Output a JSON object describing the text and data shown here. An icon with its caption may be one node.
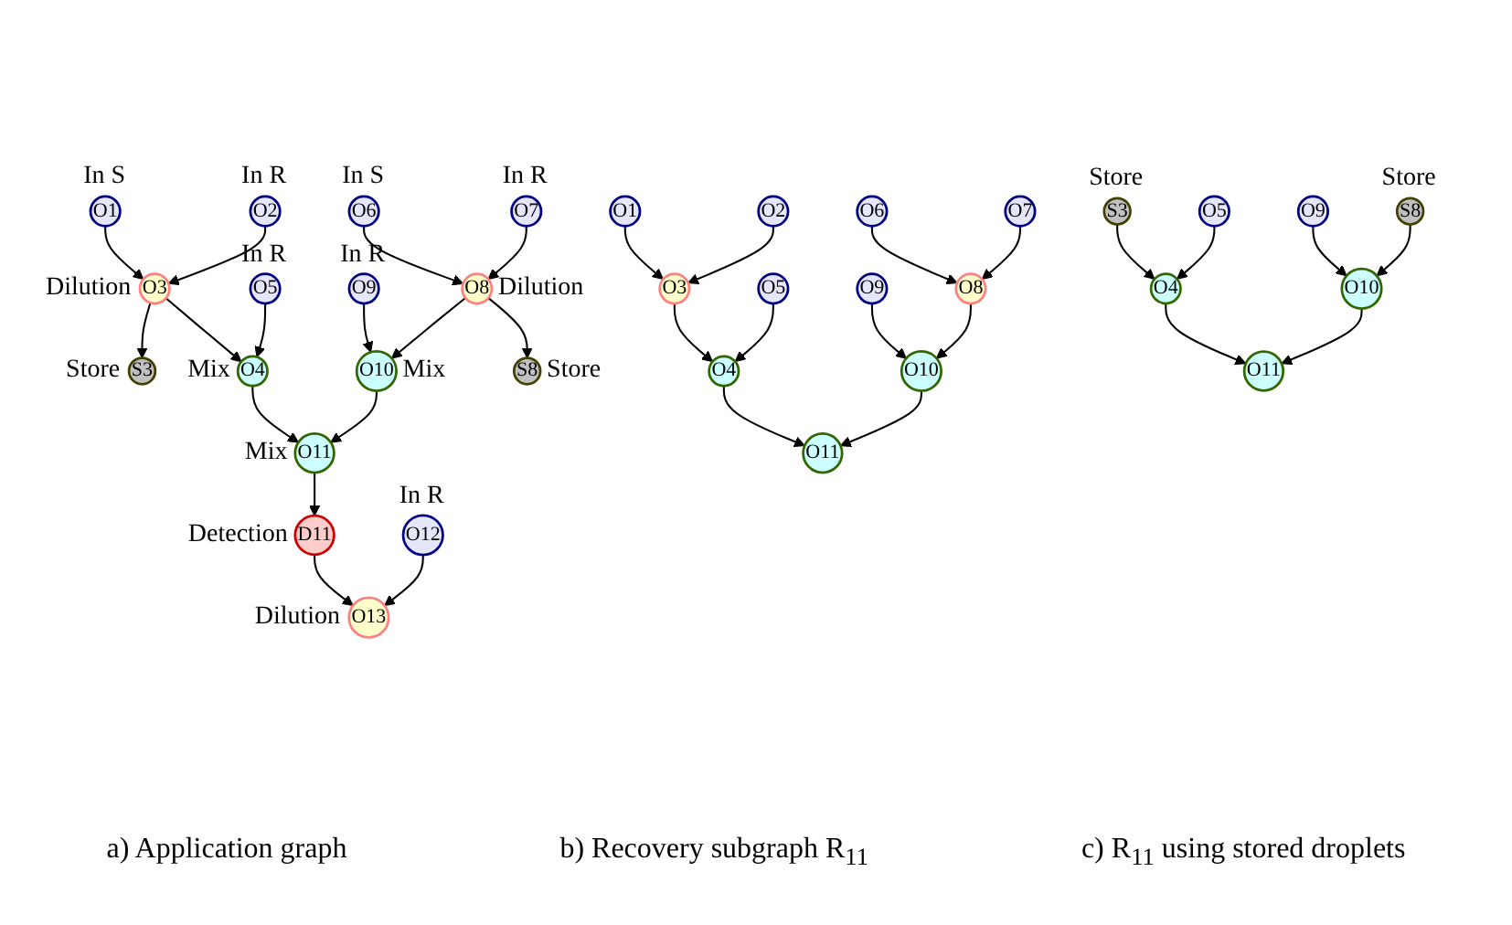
{
  "diagram": {
    "nodes": [
      {
        "text": [
          "O1"
        ],
        "beside": [
          "In S"
        ]
      },
      {
        "text": [
          "O2"
        ],
        "beside": [
          "In R"
        ]
      },
      {
        "text": [
          "O6"
        ],
        "beside": [
          "In S"
        ]
      },
      {
        "text": [
          "O7"
        ],
        "beside": [
          "In R"
        ]
      },
      {
        "text": [
          "O3"
        ],
        "beside": [
          "Dilution"
        ]
      },
      {
        "text": [
          "O5"
        ],
        "beside": [
          "In R"
        ]
      },
      {
        "text": [
          "O9"
        ],
        "beside": [
          "In R"
        ]
      },
      {
        "text": [
          "O8"
        ],
        "beside": [
          "Dilution"
        ]
      },
      {
        "text": [
          "S3"
        ],
        "beside": [
          "Store"
        ]
      },
      {
        "text": [
          "O4"
        ],
        "beside": [
          "Mix"
        ]
      },
      {
        "text": [
          "O10"
        ],
        "beside": [
          "Mix"
        ]
      },
      {
        "text": [
          "S8"
        ],
        "beside": [
          "Store"
        ]
      },
      {
        "text": [
          "O11"
        ],
        "beside": [
          "Mix"
        ]
      },
      {
        "text": [
          "D11"
        ],
        "beside": [
          "Detection"
        ]
      },
      {
        "text": [
          "O12"
        ],
        "beside": [
          "In R"
        ]
      },
      {
        "text": [
          "O13"
        ],
        "beside": [
          "Dilution"
        ]
      },
      {
        "text": [
          "O1"
        ]
      },
      {
        "text": [
          "O2"
        ]
      },
      {
        "text": [
          "O6"
        ]
      },
      {
        "text": [
          "O7"
        ]
      },
      {
        "text": [
          "O3"
        ]
      },
      {
        "text": [
          "O5"
        ]
      },
      {
        "text": [
          "O9"
        ]
      },
      {
        "text": [
          "O8"
        ]
      },
      {
        "text": [
          "O4"
        ]
      },
      {
        "text": [
          "O10"
        ]
      },
      {
        "text": [
          "O11"
        ]
      },
      {
        "text": [
          "S3"
        ],
        "beside": [
          "Store"
        ]
      },
      {
        "text": [
          "O5"
        ]
      },
      {
        "text": [
          "O9"
        ]
      },
      {
        "text": [
          "S8"
        ],
        "beside": [
          "Store"
        ]
      },
      {
        "text": [
          "O4"
        ]
      },
      {
        "text": [
          "O10"
        ]
      },
      {
        "text": [
          "O11"
        ]
      }
    ],
    "edges": [
      {
        "from": 0,
        "to": 4,
        "arrow": "to"
      },
      {
        "from": 1,
        "to": 4,
        "arrow": "to"
      },
      {
        "from": 2,
        "to": 7,
        "arrow": "to"
      },
      {
        "from": 3,
        "to": 7,
        "arrow": "to"
      },
      {
        "from": 4,
        "to": 8,
        "arrow": "to"
      },
      {
        "from": 4,
        "to": 9,
        "arrow": "to"
      },
      {
        "from": 5,
        "to": 9,
        "arrow": "to"
      },
      {
        "from": 6,
        "to": 10,
        "arrow": "to"
      },
      {
        "from": 7,
        "to": 10,
        "arrow": "to"
      },
      {
        "from": 7,
        "to": 11,
        "arrow": "to"
      },
      {
        "from": 9,
        "to": 12,
        "arrow": "to"
      },
      {
        "from": 10,
        "to": 12,
        "arrow": "to"
      },
      {
        "from": 12,
        "to": 13,
        "arrow": "to"
      },
      {
        "from": 13,
        "to": 15,
        "arrow": "to"
      },
      {
        "from": 14,
        "to": 15,
        "arrow": "to"
      },
      {
        "from": 16,
        "to": 20,
        "arrow": "to"
      },
      {
        "from": 17,
        "to": 20,
        "arrow": "to"
      },
      {
        "from": 18,
        "to": 23,
        "arrow": "to"
      },
      {
        "from": 19,
        "to": 23,
        "arrow": "to"
      },
      {
        "from": 20,
        "to": 24,
        "arrow": "to"
      },
      {
        "from": 21,
        "to": 24,
        "arrow": "to"
      },
      {
        "from": 22,
        "to": 25,
        "arrow": "to"
      },
      {
        "from": 23,
        "to": 25,
        "arrow": "to"
      },
      {
        "from": 24,
        "to": 26,
        "arrow": "to"
      },
      {
        "from": 25,
        "to": 26,
        "arrow": "to"
      },
      {
        "from": 27,
        "to": 31,
        "arrow": "to"
      },
      {
        "from": 28,
        "to": 31,
        "arrow": "to"
      },
      {
        "from": 29,
        "to": 32,
        "arrow": "to"
      },
      {
        "from": 30,
        "to": 32,
        "arrow": "to"
      },
      {
        "from": 31,
        "to": 33,
        "arrow": "to"
      },
      {
        "from": 32,
        "to": 33,
        "arrow": "to"
      }
    ],
    "labels": [
      "a) Application graph",
      "b) Recovery subgraph R$_{11}$",
      "c) R$_{11}$ using stored droplets"
    ]
  }
}
